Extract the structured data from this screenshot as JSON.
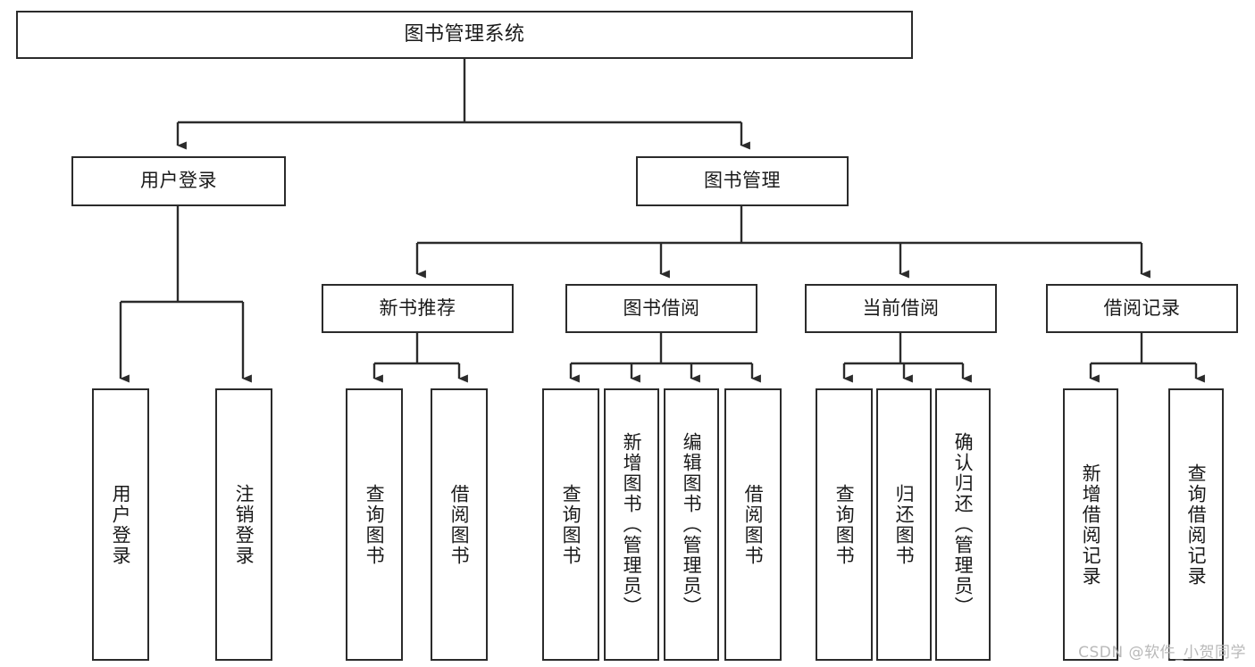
{
  "diagram": {
    "title": "图书管理系统",
    "type": "tree-hierarchy",
    "colors": {
      "background": "#ffffff",
      "box_border": "#2b2b2b",
      "box_fill": "#ffffff",
      "text": "#1a1a1a",
      "edge": "#2b2b2b",
      "watermark": "#b9b9b9"
    },
    "nodes": {
      "root": {
        "label": "图书管理系统"
      },
      "level1": [
        {
          "id": "user-login",
          "label": "用户登录"
        },
        {
          "id": "book-manage",
          "label": "图书管理"
        }
      ],
      "level2": [
        {
          "id": "new-book-recommend",
          "label": "新书推荐"
        },
        {
          "id": "book-borrow",
          "label": "图书借阅"
        },
        {
          "id": "current-borrow",
          "label": "当前借阅"
        },
        {
          "id": "borrow-record",
          "label": "借阅记录"
        }
      ],
      "leaves": [
        {
          "id": "leaf-user-login",
          "label": "用户登录"
        },
        {
          "id": "leaf-logout",
          "label": "注销登录"
        },
        {
          "id": "leaf-query-book-1",
          "label": "查询图书"
        },
        {
          "id": "leaf-borrow-book-1",
          "label": "借阅图书"
        },
        {
          "id": "leaf-query-book-2",
          "label": "查询图书"
        },
        {
          "id": "leaf-add-book",
          "label": "新增图书（管理员）"
        },
        {
          "id": "leaf-edit-book",
          "label": "编辑图书（管理员）"
        },
        {
          "id": "leaf-borrow-book-2",
          "label": "借阅图书"
        },
        {
          "id": "leaf-query-book-3",
          "label": "查询图书"
        },
        {
          "id": "leaf-return-book",
          "label": "归还图书"
        },
        {
          "id": "leaf-confirm-return",
          "label": "确认归还（管理员）"
        },
        {
          "id": "leaf-add-record",
          "label": "新增借阅记录"
        },
        {
          "id": "leaf-query-record",
          "label": "查询借阅记录"
        }
      ]
    },
    "watermark": "CSDN @软件_小贺同学"
  }
}
